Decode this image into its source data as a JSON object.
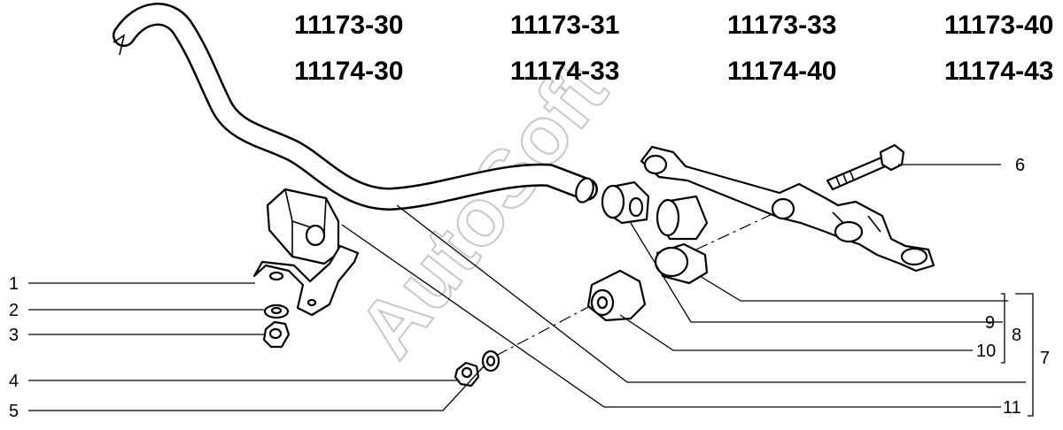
{
  "part_codes": {
    "row1": [
      "11173-30",
      "11173-31",
      "11173-33",
      "11173-40"
    ],
    "row2": [
      "11174-30",
      "11174-33",
      "11174-40",
      "11174-43"
    ]
  },
  "callouts": {
    "c1": "1",
    "c2": "2",
    "c3": "3",
    "c4": "4",
    "c5": "5",
    "c6": "6",
    "c7": "7",
    "c8": "8",
    "c9": "9",
    "c10": "10",
    "c11": "11"
  },
  "watermark": "AutoSoft"
}
